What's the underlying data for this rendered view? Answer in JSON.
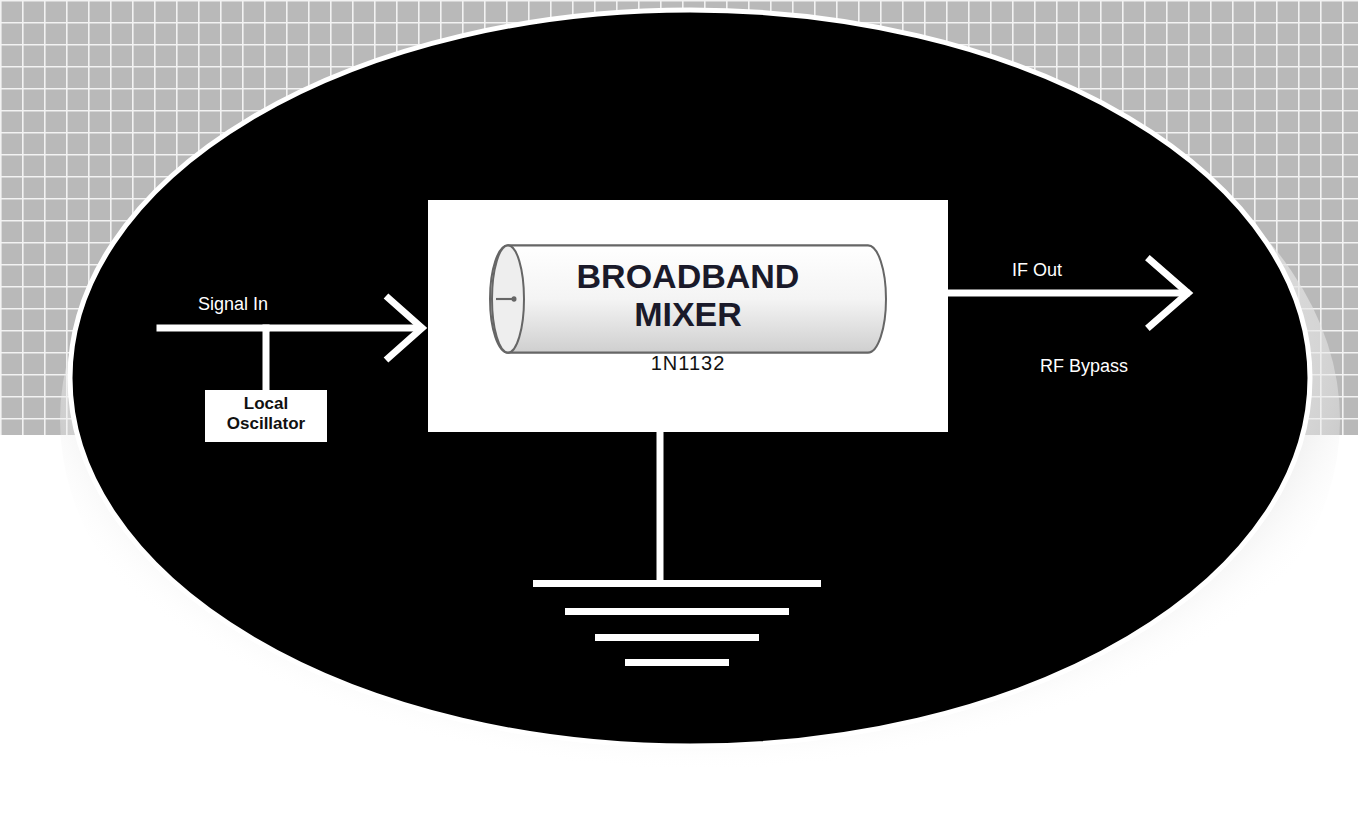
{
  "diagram": {
    "nodes": [
      {
        "text": [
          "1N1132"
        ]
      },
      {
        "text": [
          "BROADBAND MIXER"
        ],
        "in": 0
      },
      {
        "text": [
          "Local Oscillator"
        ]
      }
    ],
    "edges": [
      {
        "from": 2,
        "to": 0,
        "arrow": "to"
      }
    ],
    "labels": [
      "Signal In",
      "IF Out",
      "RF Bypass"
    ]
  }
}
